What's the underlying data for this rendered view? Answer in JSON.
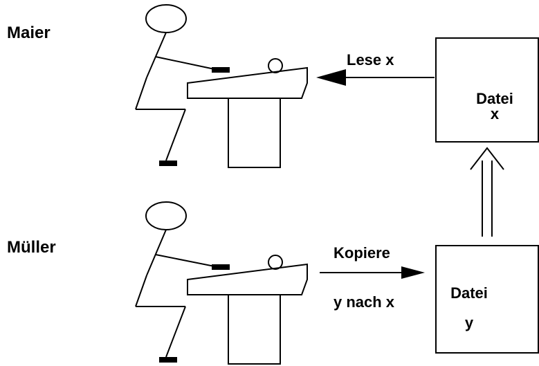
{
  "people": [
    {
      "name": "Maier"
    },
    {
      "name": "Müller"
    }
  ],
  "arrows": {
    "read": {
      "label": "Lese x"
    },
    "copy": {
      "label_top": "Kopiere",
      "label_bottom": "y nach x"
    }
  },
  "files": {
    "x": {
      "title": "Datei",
      "name": "x"
    },
    "y": {
      "title": "Datei",
      "name": "y"
    }
  }
}
